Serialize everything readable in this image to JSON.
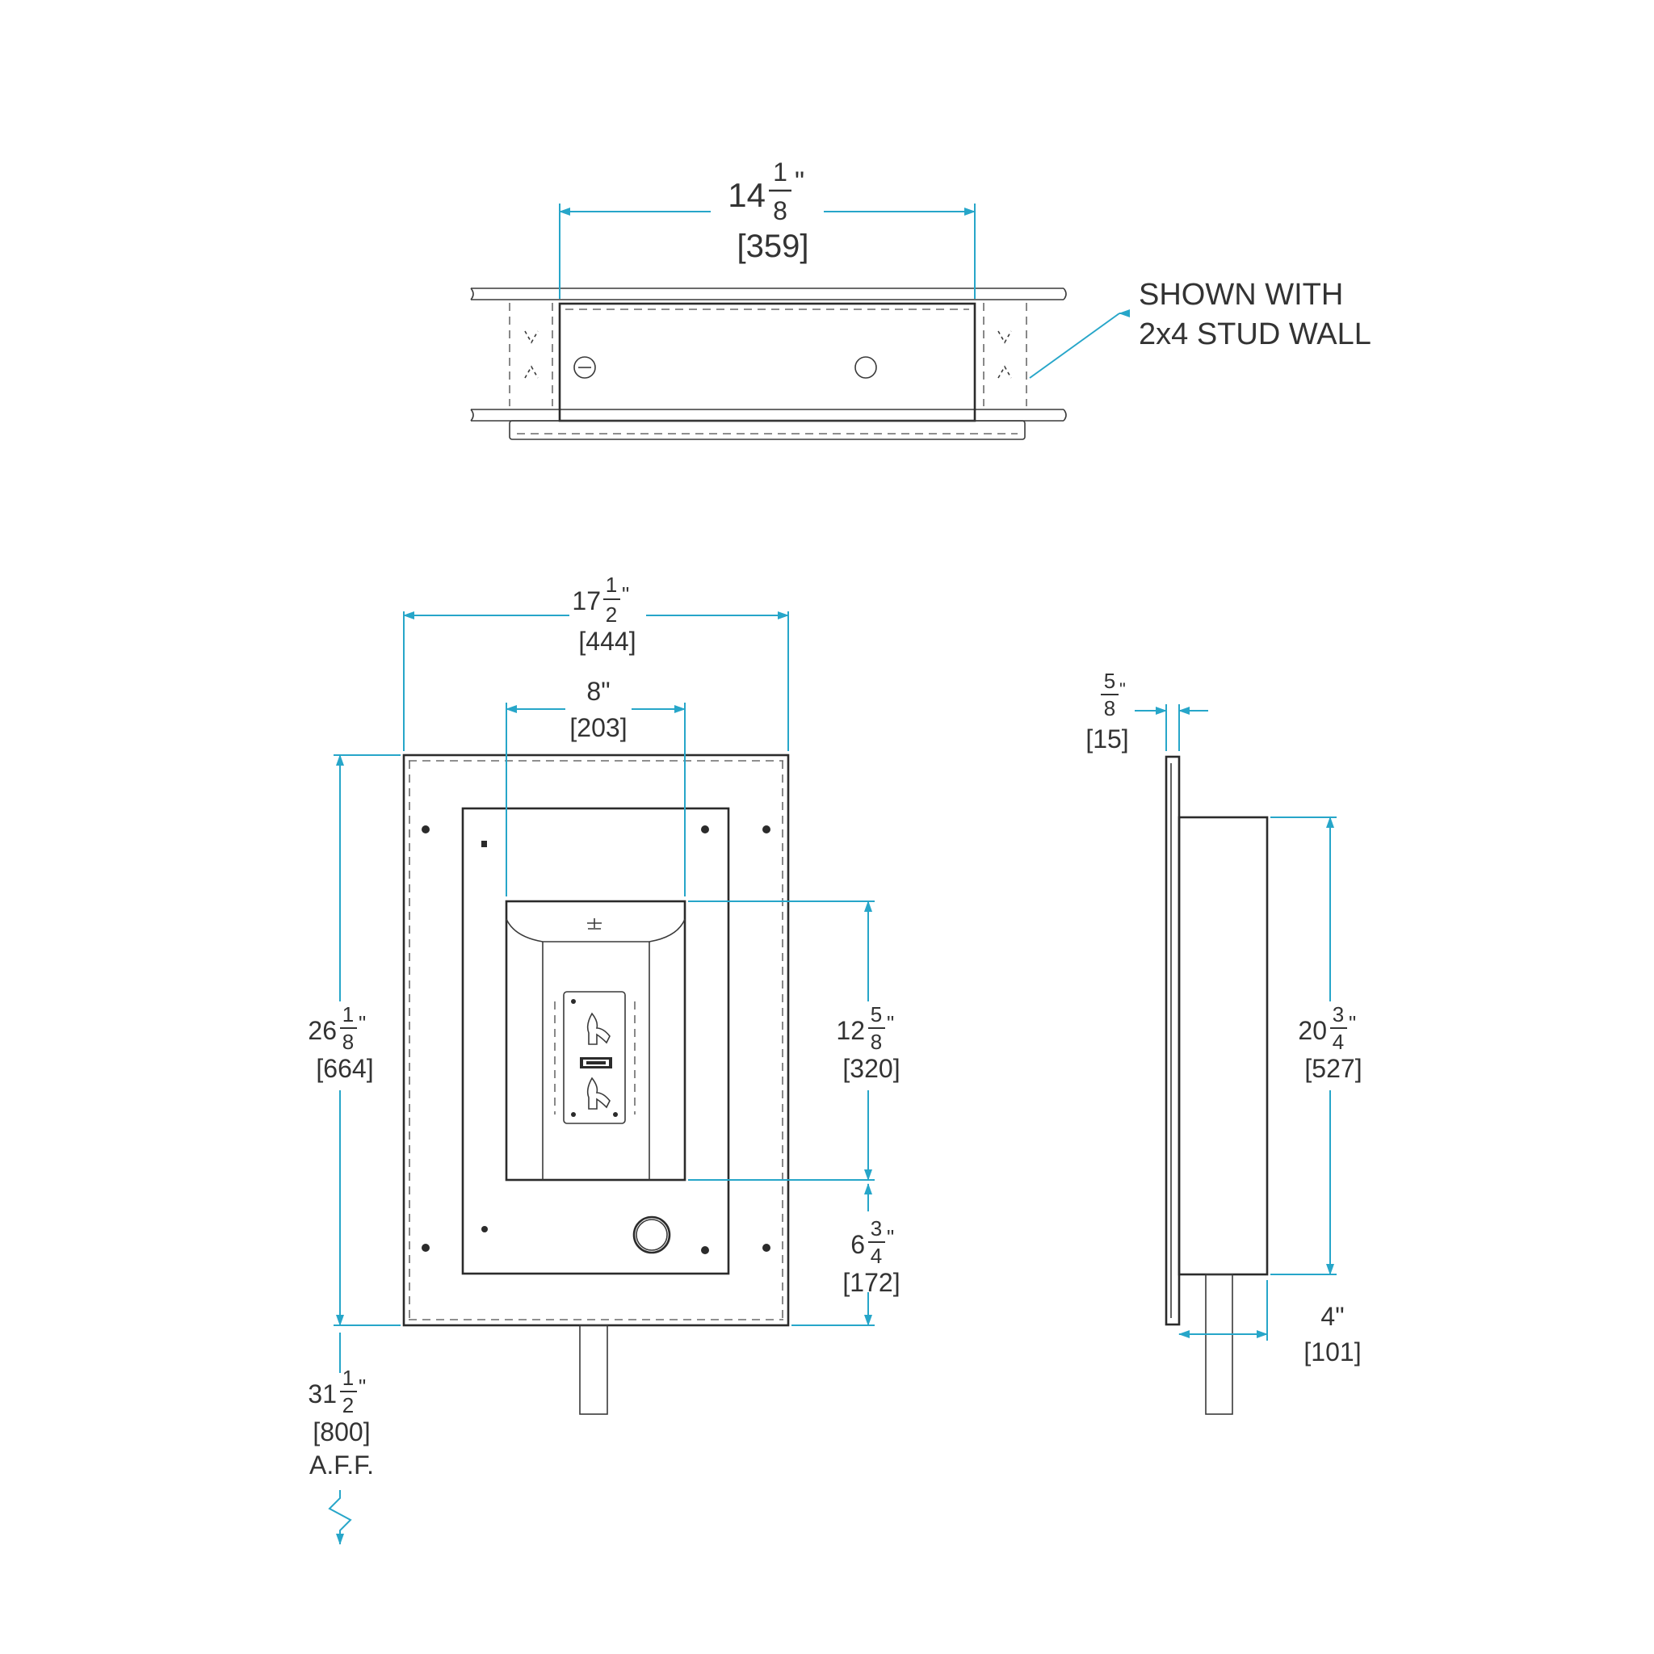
{
  "note": {
    "line1": "SHOWN WITH",
    "line2": "2x4 STUD WALL"
  },
  "dimensions": {
    "top_width": {
      "whole": "14",
      "num": "1",
      "den": "8",
      "unit": "\"",
      "metric": "[359]"
    },
    "front_width": {
      "whole": "17",
      "num": "1",
      "den": "2",
      "unit": "\"",
      "metric": "[444]"
    },
    "basin_width": {
      "whole": "8\"",
      "metric": "[203]"
    },
    "front_height": {
      "whole": "26",
      "num": "1",
      "den": "8",
      "unit": "\"",
      "metric": "[664]"
    },
    "basin_height": {
      "whole": "12",
      "num": "5",
      "den": "8",
      "unit": "\"",
      "metric": "[320]"
    },
    "lower_offset": {
      "whole": "6",
      "num": "3",
      "den": "4",
      "unit": "\"",
      "metric": "[172]"
    },
    "mount_height": {
      "whole": "31",
      "num": "1",
      "den": "2",
      "unit": "\"",
      "metric": "[800]",
      "suffix": "A.F.F."
    },
    "flange": {
      "num": "5",
      "den": "8",
      "unit": "\"",
      "metric": "[15]"
    },
    "box_height": {
      "whole": "20",
      "num": "3",
      "den": "4",
      "unit": "\"",
      "metric": "[527]"
    },
    "box_depth": {
      "whole": "4\"",
      "metric": "[101]"
    }
  },
  "colors": {
    "dimension": "#27a6c9",
    "outline": "#2b2b2b",
    "text": "#333333"
  }
}
